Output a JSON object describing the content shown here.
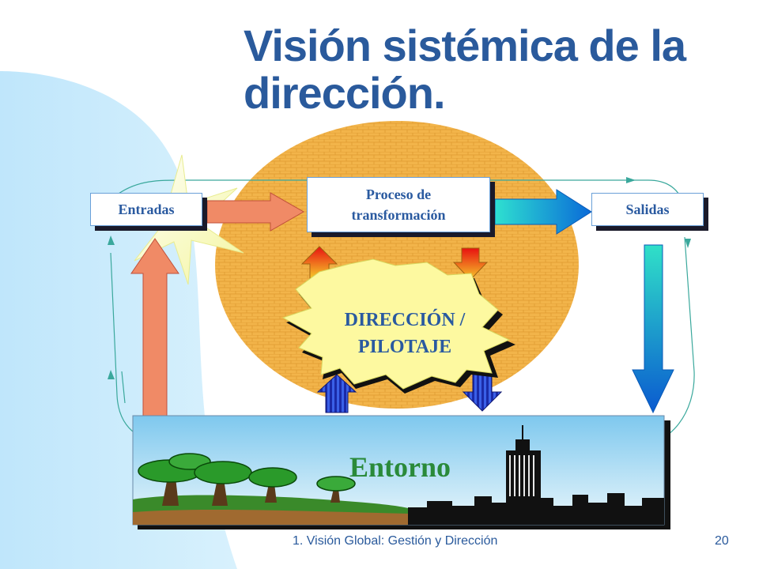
{
  "slide": {
    "title": "Visión sistémica de la dirección.",
    "footer": "1. Visión Global: Gestión y Dirección",
    "page_number": "20"
  },
  "diagram": {
    "inputs_label": "Entradas",
    "process_label_line1": "Proceso de",
    "process_label_line2": "transformación",
    "outputs_label": "Salidas",
    "management_line1": "DIRECCIÓN /",
    "management_line2": "PILOTAJE",
    "environment_label": "Entorno"
  },
  "colors": {
    "title": "#2a5a9c",
    "box_text": "#2a5aa0",
    "oval_fill": "#f0b040",
    "input_arrow": "#f08a66",
    "output_arrow": "#1a8ae0",
    "burst_fill": "#fdf9a0"
  }
}
